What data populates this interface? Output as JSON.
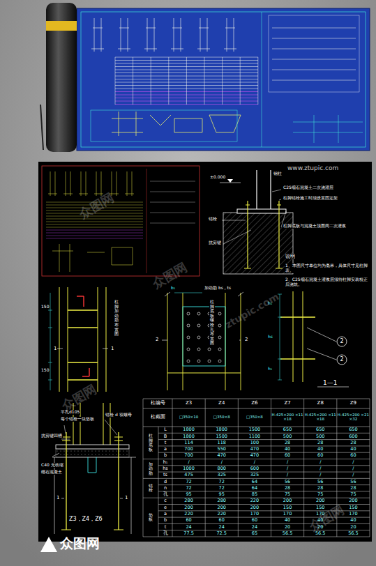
{
  "diagram": {
    "nodes": [
      {
        "text": [
          "2"
        ]
      },
      {
        "text": [
          "2"
        ]
      }
    ],
    "labels": [
      "www.ztupic.com",
      "±0.000",
      "钢柱",
      "C25细石混凝土二次浇灌层",
      "柱脚锚栓施工时须设置固定架",
      "锚栓",
      "抗剪键",
      "柱脚底板与混凝土顶面间二次灌浆",
      "说明",
      "1、本图尺寸单位均为毫米，具体尺寸见柱脚表。",
      "2、C25细石混凝土灌浆层须待柱脚安装校正后浇筑。",
      "150",
      "150",
      "1",
      "1",
      "柱脚加劲肋布置图",
      "b₁",
      "加劲肋 bs , ts",
      "2",
      "2",
      "柱脚底板螺栓孔布置图",
      "h₁",
      "hs",
      "h₁",
      "1—1",
      "平孔d105",
      "每个锚栓一块垫板",
      "锚栓 d 双螺母",
      "抗剪键凹槽",
      "C40 无收缩",
      "细石混凝土",
      "1",
      "1",
      "Z3，Z4，Z6",
      "众图网",
      "众图网",
      "众图网",
      "ztupic.com",
      "众图网",
      "众图网",
      "柱编号",
      "Z3",
      "Z4",
      "Z6",
      "Z7",
      "Z8",
      "Z9",
      "柱截面",
      "□350×10",
      "□350×8",
      "□350×8",
      "H-425×200 ×11×18",
      "H-425×200 ×11×18",
      "H-425×200 ×21×32",
      "柱脚底板",
      "加劲肋",
      "锚栓",
      "垫板",
      "L",
      "1800",
      "1800",
      "1500",
      "650",
      "650",
      "650",
      "B",
      "1800",
      "1500",
      "1100",
      "500",
      "500",
      "600",
      "t",
      "114",
      "118",
      "100",
      "28",
      "28",
      "28",
      "a",
      "700",
      "550",
      "470",
      "40",
      "40",
      "40",
      "b",
      "700",
      "470",
      "470",
      "60",
      "60",
      "60",
      "h₁",
      "/",
      "/",
      "/",
      "/",
      "/",
      "/",
      "hs",
      "1000",
      "800",
      "600",
      "/",
      "/",
      "/",
      "ts",
      "475",
      "325",
      "325",
      "/",
      "/",
      "/",
      "d",
      "72",
      "72",
      "64",
      "56",
      "56",
      "56",
      "n",
      "72",
      "72",
      "64",
      "28",
      "28",
      "28",
      "孔",
      "95",
      "95",
      "85",
      "75",
      "75",
      "75",
      "c",
      "280",
      "280",
      "220",
      "200",
      "200",
      "200",
      "e",
      "200",
      "200",
      "200",
      "150",
      "150",
      "150",
      "a",
      "220",
      "220",
      "170",
      "170",
      "170",
      "170",
      "b",
      "60",
      "60",
      "60",
      "40",
      "40",
      "40",
      "t",
      "24",
      "24",
      "24",
      "20",
      "20",
      "20",
      "孔",
      "77.5",
      "72.5",
      "65",
      "56.5",
      "56.5",
      "56.5"
    ]
  }
}
